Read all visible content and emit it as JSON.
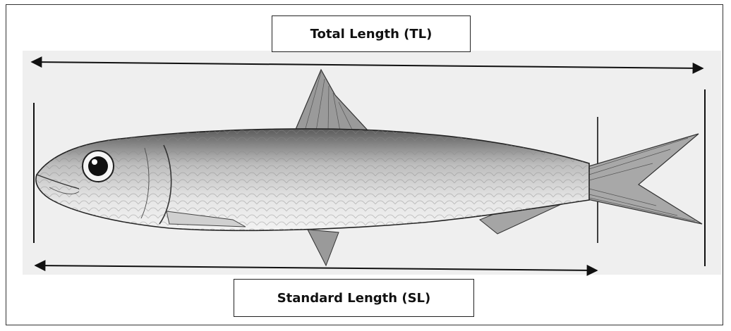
{
  "labels": {
    "total_length": "Total Length (TL)",
    "standard_length": "Standard Length (SL)"
  },
  "colors": {
    "frame": "#333333",
    "panel": "#efefef",
    "ink": "#111111",
    "fish_body": "#cfcfcf"
  },
  "icons": {
    "fish": "fish-illustration"
  }
}
